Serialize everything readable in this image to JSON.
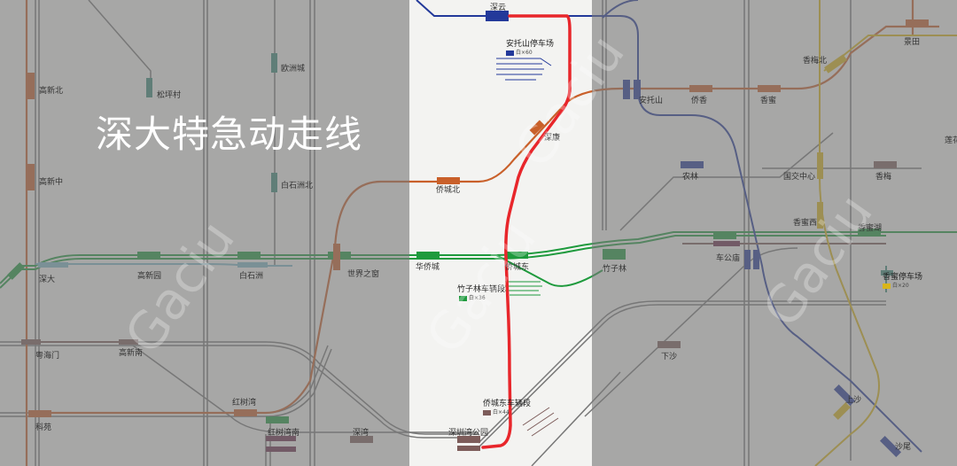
{
  "title": "深大特急动走线",
  "watermark": "Gaciu",
  "stations": {
    "shenyun": "深云",
    "antuoshan_depot": "安托山停车场",
    "antuoshan": "安托山",
    "qiaoxiang": "侨香",
    "xiangmi": "香蜜",
    "jingtian": "景田",
    "xiangmeibei": "香梅北",
    "lianhua": "莲花",
    "shenkang": "深康",
    "qiaochengbei": "侨城北",
    "nonglin": "农林",
    "guojiaozhongxin": "国交中心",
    "xiangmei": "香梅",
    "xiangmihuxi": "香蜜西",
    "xiangmihu": "香蜜湖",
    "chegongmiao": "车公庙",
    "xiangmi_depot": "香蜜停车场",
    "zhuzilin": "竹子林",
    "zhuzilin_depot": "竹子林车辆段",
    "huaqiaocheng": "华侨城",
    "qiaochengdong": "侨城东",
    "shijiezhichuang": "世界之窗",
    "baishizhou": "白石洲",
    "gaoxinyuan": "高新园",
    "shenda": "深大",
    "gaoxinbei": "高新北",
    "gaoxinzhong": "高新中",
    "songpingcun": "松坪村",
    "ouzhoucheng": "欧洲城",
    "baishizhoubei": "白石洲北",
    "yuehaimen": "粤海门",
    "gaoxinnan": "高新南",
    "hongshuwan": "红树湾",
    "kexuan": "科苑",
    "hongshuwannan": "红树湾南",
    "shenwan": "深湾",
    "shenzhenwangongyuan": "深圳湾公园",
    "qiaochengdong_depot": "侨城东车辆段",
    "xiasha": "下沙",
    "shangsha": "上沙",
    "shawei": "沙尾"
  },
  "depot_meta": {
    "antuoshan": "白×60",
    "zhuzilin": "白×36",
    "qiaochengdong": "白×44",
    "xiangmi": "白×20"
  },
  "colors": {
    "highlight_route": "#e8262b",
    "line1": "#1e9a3d",
    "line2": "#c9602a",
    "line7": "#23399a",
    "line9": "#7d5c5a",
    "line11": "#6a2a4a",
    "line13": "#d9b51a",
    "line20": "#7fb9c9",
    "line29": "#3a8a7a",
    "dim_overlay": "#787878"
  }
}
